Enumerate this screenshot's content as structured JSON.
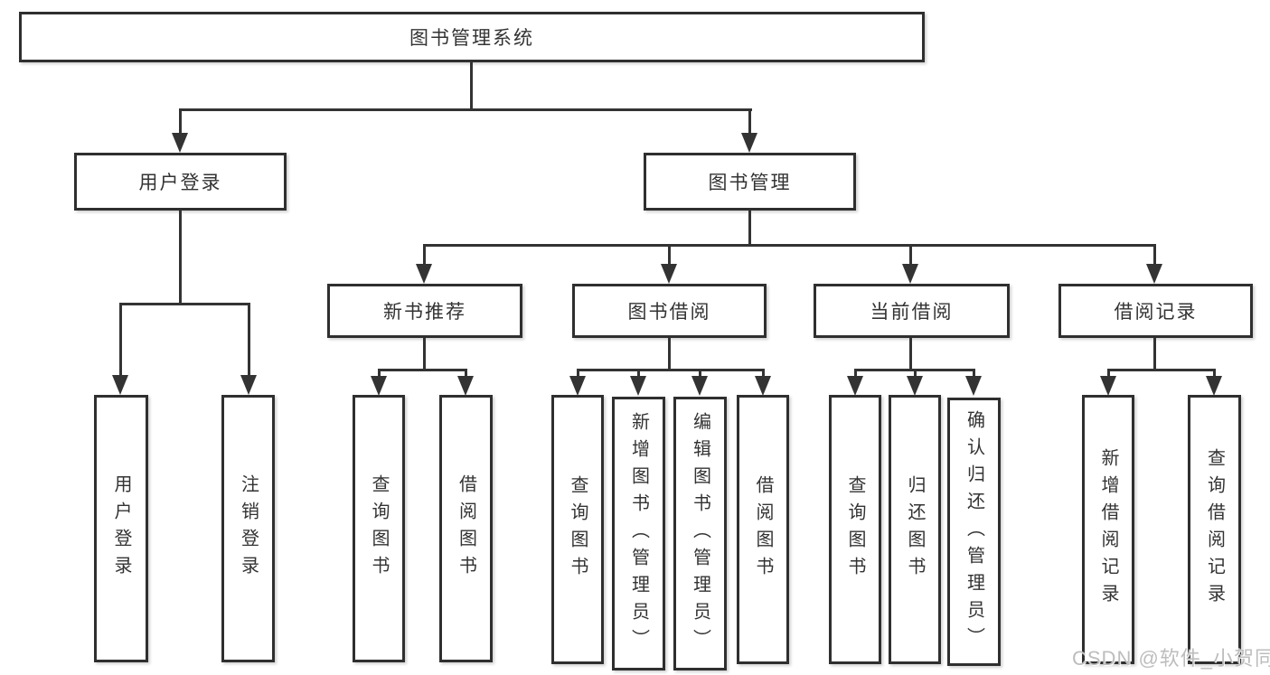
{
  "diagram": {
    "type": "hierarchy-tree",
    "root": {
      "label": "图书管理系统"
    },
    "branches": [
      {
        "label": "用户登录",
        "children": [
          {
            "label": "用户登录"
          },
          {
            "label": "注销登录"
          }
        ]
      },
      {
        "label": "图书管理",
        "children": [
          {
            "label": "新书推荐",
            "children": [
              {
                "label": "查询图书"
              },
              {
                "label": "借阅图书"
              }
            ]
          },
          {
            "label": "图书借阅",
            "children": [
              {
                "label": "查询图书"
              },
              {
                "label": "新增图书（管理员）"
              },
              {
                "label": "编辑图书（管理员）"
              },
              {
                "label": "借阅图书"
              }
            ]
          },
          {
            "label": "当前借阅",
            "children": [
              {
                "label": "查询图书"
              },
              {
                "label": "归还图书"
              },
              {
                "label": "确认归还（管理员）"
              }
            ]
          },
          {
            "label": "借阅记录",
            "children": [
              {
                "label": "新增借阅记录"
              },
              {
                "label": "查询借阅记录"
              }
            ]
          }
        ]
      }
    ],
    "colors": {
      "line": "#333333",
      "box_border": "#2f2f2f",
      "box_fill": "#ffffff",
      "text": "#333333",
      "watermark": "#bdbdbd"
    },
    "watermark": {
      "label": "CSDN @软件_小贺同学"
    }
  }
}
